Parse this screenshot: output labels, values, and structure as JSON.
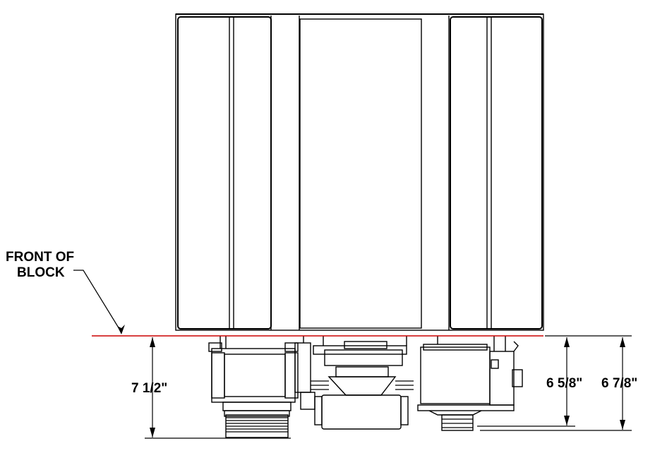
{
  "callout": {
    "line1": "FRONT OF",
    "line2": "BLOCK"
  },
  "dimensions": {
    "left": "7 1/2\"",
    "right_inner": "6 5/8\"",
    "right_outer": "6 7/8\""
  },
  "colors": {
    "reference_line": "#cc0000",
    "ink": "#000000"
  }
}
